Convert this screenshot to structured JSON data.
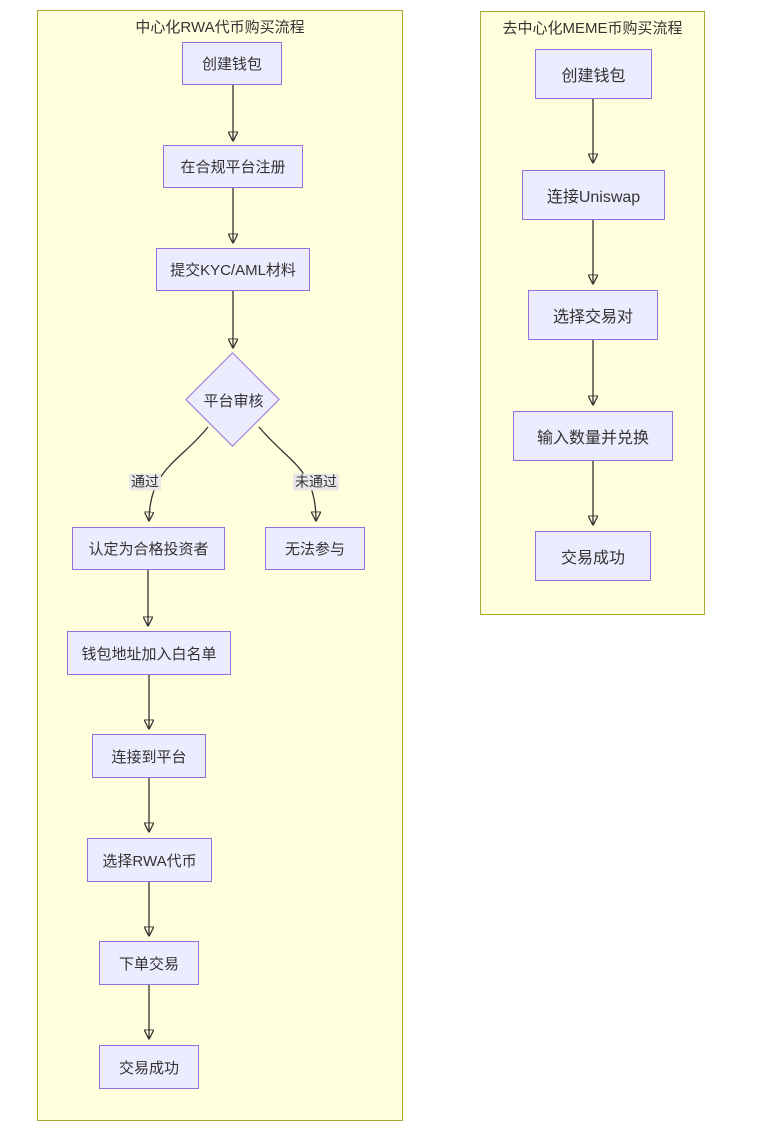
{
  "colors": {
    "cluster_fill": "#ffffde",
    "cluster_border": "#aaaa33",
    "node_fill": "#ececff",
    "node_border": "#9370db",
    "edge_color": "#333333",
    "edge_label_bg": "#e8e8e8",
    "text_color": "#333333"
  },
  "left_flow": {
    "title": "中心化RWA代币购买流程",
    "nodes": {
      "create_wallet": "创建钱包",
      "register": "在合规平台注册",
      "submit_kyc": "提交KYC/AML材料",
      "platform_review": "平台审核",
      "qualified_investor": "认定为合格投资者",
      "cannot_participate": "无法参与",
      "whitelist": "钱包地址加入白名单",
      "connect_platform": "连接到平台",
      "select_rwa": "选择RWA代币",
      "place_order": "下单交易",
      "trade_success": "交易成功"
    },
    "edge_labels": {
      "pass": "通过",
      "fail": "未通过"
    }
  },
  "right_flow": {
    "title": "去中心化MEME币购买流程",
    "nodes": {
      "create_wallet": "创建钱包",
      "connect_uniswap": "连接Uniswap",
      "select_pair": "选择交易对",
      "input_amount_swap": "输入数量并兑换",
      "trade_success": "交易成功"
    }
  }
}
